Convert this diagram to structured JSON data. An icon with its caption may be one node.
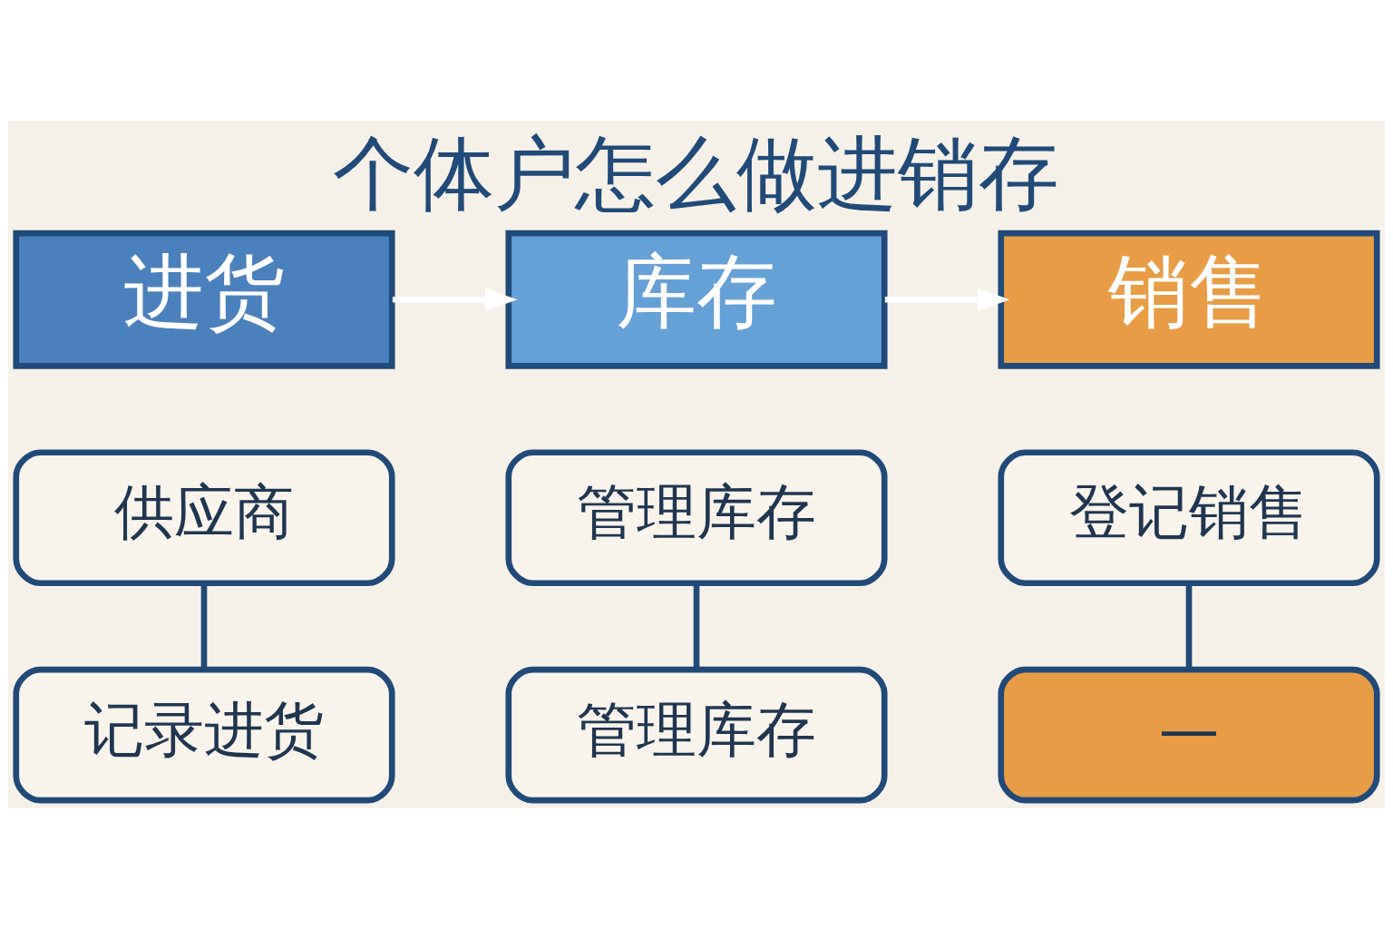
{
  "diagram": {
    "title": "个体户怎么做进销存",
    "nodes": [
      {
        "text": [
          "进货"
        ]
      },
      {
        "text": [
          "库存"
        ]
      },
      {
        "text": [
          "销售"
        ]
      },
      {
        "text": [
          "供应商"
        ]
      },
      {
        "text": [
          "记录进货"
        ]
      },
      {
        "text": [
          "管理库存"
        ]
      },
      {
        "text": [
          "管理库存"
        ]
      },
      {
        "text": [
          "登记销售"
        ]
      },
      {
        "text": [
          "—"
        ]
      }
    ],
    "edges": [
      {
        "from": 0,
        "to": 1,
        "arrow": "to",
        "color": "#ffffff"
      },
      {
        "from": 1,
        "to": 2,
        "arrow": "to",
        "color": "#ffffff"
      },
      {
        "from": 3,
        "to": 4,
        "arrow": "none"
      },
      {
        "from": 5,
        "to": 6,
        "arrow": "none"
      },
      {
        "from": 7,
        "to": 8,
        "arrow": "none"
      }
    ]
  }
}
